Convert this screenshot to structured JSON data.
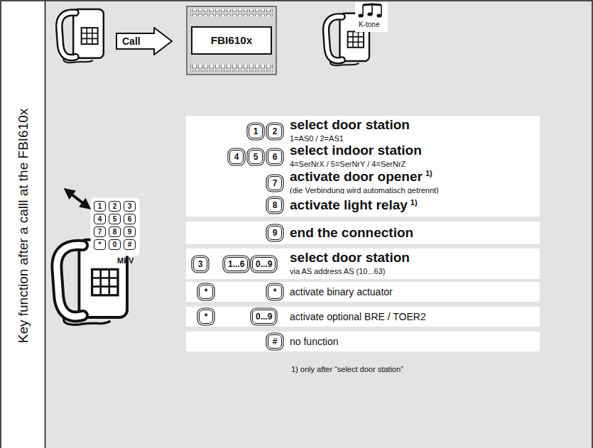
{
  "diagram": {
    "title": "Key function after a calll at the FBI610x",
    "nodes": [
      {
        "text": [
          "Call"
        ]
      },
      {
        "text": [
          "FBI610x"
        ]
      },
      {
        "text": [
          "select door station",
          "1=AS0 / 2=AS1"
        ]
      },
      {
        "text": [
          "1"
        ],
        "in": 2
      },
      {
        "text": [
          "2"
        ],
        "in": 2
      },
      {
        "text": [
          "select indoor station",
          "4=SerNrX / 5=SerNrY / 4=SerNrZ"
        ]
      },
      {
        "text": [
          "4"
        ],
        "in": 5
      },
      {
        "text": [
          "5"
        ],
        "in": 5
      },
      {
        "text": [
          "6"
        ],
        "in": 5
      },
      {
        "text": [
          "activate door opener",
          "1)",
          "(die Verbindung wird automatisch getrennt)"
        ]
      },
      {
        "text": [
          "7"
        ],
        "in": 9
      },
      {
        "text": [
          "activate light relay",
          "1)"
        ]
      },
      {
        "text": [
          "8"
        ],
        "in": 11
      },
      {
        "text": [
          "end the connection"
        ]
      },
      {
        "text": [
          "9"
        ],
        "in": 13
      },
      {
        "text": [
          "select door station",
          "via AS address AS (10...63)"
        ]
      },
      {
        "text": [
          "3"
        ],
        "in": 15
      },
      {
        "text": [
          "1...6"
        ],
        "in": 15
      },
      {
        "text": [
          "0...9"
        ],
        "in": 15
      },
      {
        "text": [
          "activate binary actuator"
        ]
      },
      {
        "text": [
          "*"
        ],
        "in": 19
      },
      {
        "text": [
          "*"
        ],
        "in": 19
      },
      {
        "text": [
          "activate optional BRE / TOER2"
        ]
      },
      {
        "text": [
          "*"
        ],
        "in": 22
      },
      {
        "text": [
          "0...9"
        ],
        "in": 22
      },
      {
        "text": [
          "no function"
        ]
      },
      {
        "text": [
          "#"
        ],
        "in": 25
      },
      {
        "text": [
          "1"
        ]
      },
      {
        "text": [
          "2"
        ]
      },
      {
        "text": [
          "3"
        ]
      },
      {
        "text": [
          "4"
        ]
      },
      {
        "text": [
          "5"
        ]
      },
      {
        "text": [
          "6"
        ]
      },
      {
        "text": [
          "7"
        ]
      },
      {
        "text": [
          "8"
        ]
      },
      {
        "text": [
          "9"
        ]
      },
      {
        "text": [
          "*"
        ]
      },
      {
        "text": [
          "0"
        ]
      },
      {
        "text": [
          "#"
        ]
      }
    ],
    "labels": [
      "K-tone",
      "MFV",
      "1) only after “select door station”"
    ]
  }
}
